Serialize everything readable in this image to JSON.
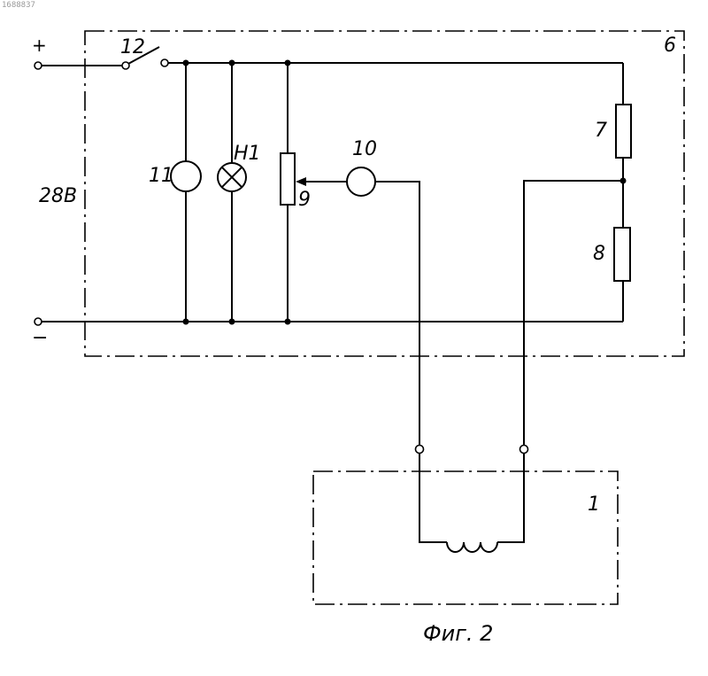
{
  "header_code": "1688837",
  "labels": {
    "plus": "+",
    "minus": "−",
    "voltage": "28В",
    "switch": "12",
    "block_housing": "6",
    "resistor_upper": "7",
    "resistor_lower": "8",
    "potentiometer": "9",
    "meter": "10",
    "instrument": "11",
    "lamp": "Н1",
    "device_unit": "1"
  },
  "caption": "Фиг. 2"
}
